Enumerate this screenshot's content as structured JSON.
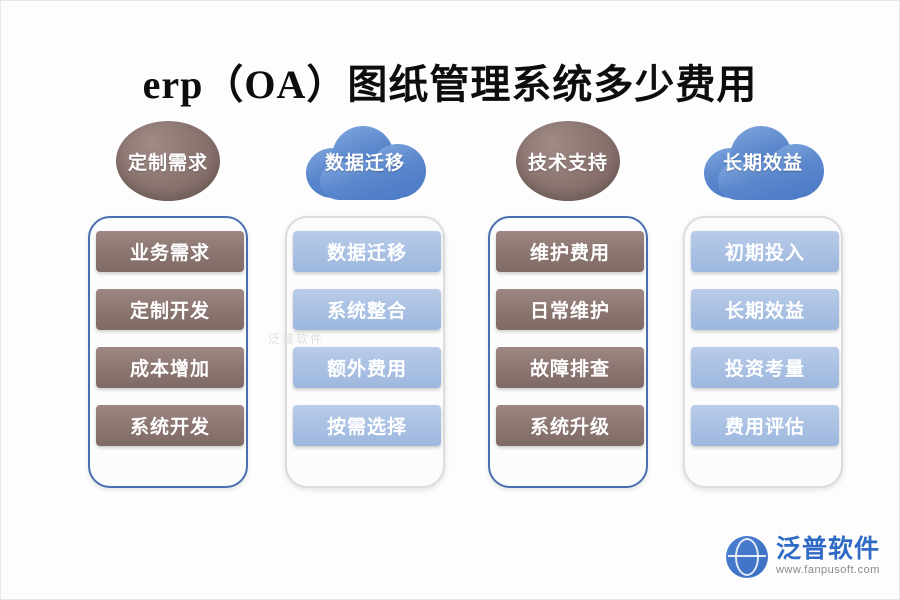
{
  "title": "erp（OA）图纸管理系统多少费用",
  "watermark": "泛普软件",
  "columns": [
    {
      "head_label": "定制需求",
      "head_shape": "circle",
      "head_color": "#8d7672",
      "panel_outline": "#4a6fae",
      "item_color": "#8b7571",
      "items": [
        "业务需求",
        "定制开发",
        "成本增加",
        "系统开发"
      ]
    },
    {
      "head_label": "数据迁移",
      "head_shape": "cloud",
      "head_color": "#5b87cd",
      "panel_outline": "#dcdcdc",
      "item_color": "#a9c0e3",
      "items": [
        "数据迁移",
        "系统整合",
        "额外费用",
        "按需选择"
      ]
    },
    {
      "head_label": "技术支持",
      "head_shape": "circle",
      "head_color": "#8d7672",
      "panel_outline": "#4a6fae",
      "item_color": "#8b7571",
      "items": [
        "维护费用",
        "日常维护",
        "故障排查",
        "系统升级"
      ]
    },
    {
      "head_label": "长期效益",
      "head_shape": "cloud",
      "head_color": "#5b87cd",
      "panel_outline": "#dcdcdc",
      "item_color": "#a9c0e3",
      "items": [
        "初期投入",
        "长期效益",
        "投资考量",
        "费用评估"
      ]
    }
  ],
  "logo": {
    "name": "泛普软件",
    "url": "www.fanpusoft.com"
  }
}
